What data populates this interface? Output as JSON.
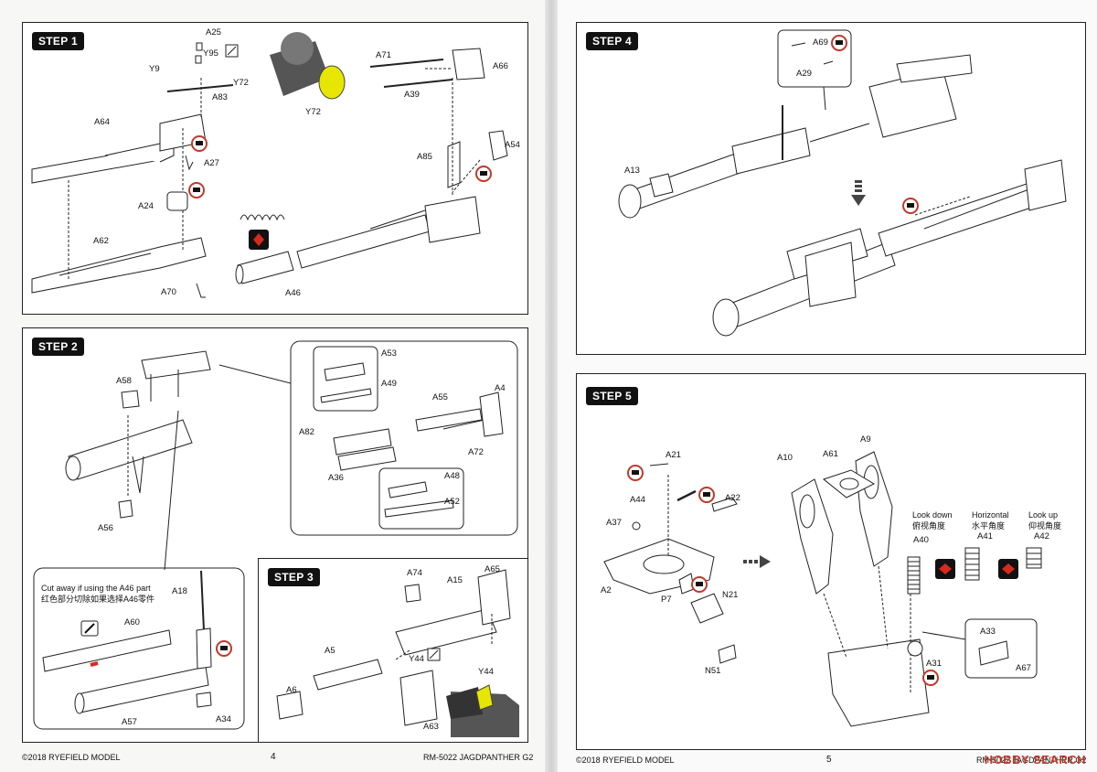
{
  "steps": {
    "step1": {
      "badge": "STEP 1",
      "labels": {
        "A25": "A25",
        "Y95": "Y95",
        "Y9": "Y9",
        "Y72a": "Y72",
        "A83": "A83",
        "A64": "A64",
        "A27": "A27",
        "A24": "A24",
        "A62": "A62",
        "A70": "A70",
        "Y72b": "Y72",
        "A71": "A71",
        "A39": "A39",
        "A66": "A66",
        "A85": "A85",
        "A54": "A54",
        "A46": "A46"
      }
    },
    "step2": {
      "badge": "STEP 2",
      "labels": {
        "A58": "A58",
        "A56": "A56",
        "A53": "A53",
        "A49": "A49",
        "A55": "A55",
        "A4": "A4",
        "A82": "A82",
        "A72": "A72",
        "A36": "A36",
        "A48": "A48",
        "A52": "A52",
        "A18": "A18",
        "A60": "A60",
        "A57": "A57",
        "A34": "A34"
      },
      "note_en": "Cut away if using the A46 part",
      "note_cn": "红色部分切除如果选择A46零件"
    },
    "step3": {
      "badge": "STEP 3",
      "labels": {
        "A74": "A74",
        "A15": "A15",
        "A65": "A65",
        "A5": "A5",
        "Y44a": "Y44",
        "A6": "A6",
        "A63": "A63",
        "Y44b": "Y44"
      }
    },
    "step4": {
      "badge": "STEP 4",
      "labels": {
        "A69": "A69",
        "A29": "A29",
        "A13": "A13"
      }
    },
    "step5": {
      "badge": "STEP 5",
      "labels": {
        "A21": "A21",
        "A44": "A44",
        "A22": "A22",
        "A37": "A37",
        "A2": "A2",
        "P7": "P7",
        "N21": "N21",
        "N51": "N51",
        "A10": "A10",
        "A61": "A61",
        "A9": "A9",
        "A40": "A40",
        "A41": "A41",
        "A42": "A42",
        "A33": "A33",
        "A67": "A67",
        "A31": "A31"
      },
      "look_down_en": "Look down",
      "look_down_cn": "俯视角度",
      "horizontal_en": "Horizontal",
      "horizontal_cn": "水平角度",
      "look_up_en": "Look up",
      "look_up_cn": "仰视角度"
    }
  },
  "footer": {
    "left_copyright": "©2018 RYEFIELD MODEL",
    "left_page": "4",
    "left_product": "RM-5022 JAGDPANTHER G2",
    "right_copyright": "©2018 RYEFIELD MODEL",
    "right_page": "5",
    "right_product": "RM-5022 JAGDPANTHER G2",
    "watermark_brand": "HOBBY SEARCH"
  },
  "icons": [
    "glue-icon",
    "cut-icon",
    "arrow-down-icon",
    "arrow-right-icon",
    "swap-arrows-icon",
    "marker-icon",
    "decal-icon"
  ],
  "colors": {
    "highlight_yellow": "#e6e600",
    "cut_red": "#d62a1f",
    "glue_red": "#c0392b",
    "ink": "#111111"
  }
}
